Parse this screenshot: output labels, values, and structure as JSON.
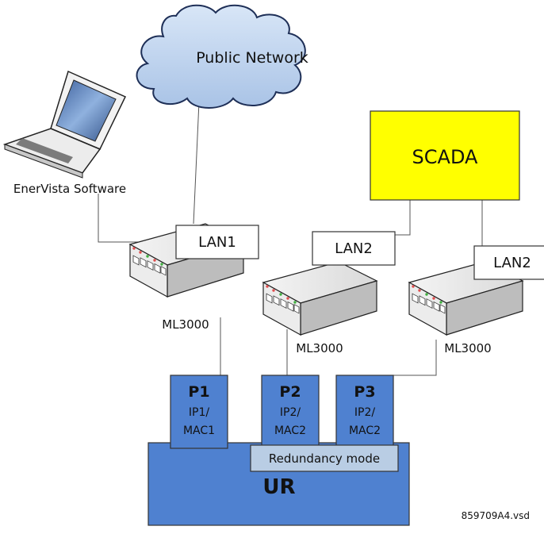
{
  "cloud": {
    "label": "Public Network"
  },
  "laptop": {
    "label": "EnerVista Software"
  },
  "scada": {
    "label": "SCADA",
    "color": "#ffff00"
  },
  "switches": [
    {
      "label": "ML3000",
      "lan": "LAN1"
    },
    {
      "label": "ML3000",
      "lan": "LAN2"
    },
    {
      "label": "ML3000",
      "lan": "LAN2"
    }
  ],
  "ports": [
    {
      "name": "P1",
      "line1": "IP1/",
      "line2": "MAC1"
    },
    {
      "name": "P2",
      "line1": "IP2/",
      "line2": "MAC2"
    },
    {
      "name": "P3",
      "line1": "IP2/",
      "line2": "MAC2"
    }
  ],
  "relay": {
    "label": "UR",
    "color": "#4f81d0"
  },
  "redundancy": {
    "label": "Redundancy mode",
    "color": "#b9cde4"
  },
  "file_id": "859709A4.vsd"
}
